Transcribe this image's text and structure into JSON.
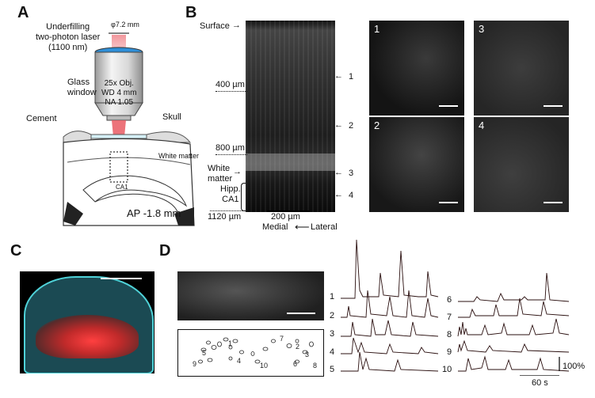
{
  "panels": {
    "a": {
      "letter": "A",
      "beam_diameter": "φ7.2 mm",
      "laser_label": "Underfilling\ntwo-photon laser\n(1100 nm)",
      "objective": "25x Obj.\nWD 4 mm\nNA 1.05",
      "glass_window": "Glass\nwindow",
      "cement": "Cement",
      "skull": "Skull",
      "white_matter": "White matter",
      "ca1": "CA1",
      "ap": "AP -1.8 mm"
    },
    "b": {
      "letter": "B",
      "surface": "Surface",
      "depth_400": "400 µm",
      "depth_800": "800 µm",
      "depth_1120": "1120 µm",
      "white_matter": "White\nmatter",
      "hipp": "Hipp.\nCA1",
      "scale": "200 µm",
      "medial": "Medial",
      "lateral": "Lateral",
      "arrow_labels": [
        "1",
        "2",
        "3",
        "4"
      ],
      "insets": [
        "1",
        "3",
        "2",
        "4"
      ]
    },
    "c": {
      "letter": "C"
    },
    "d": {
      "letter": "D",
      "roi_labels": [
        "1",
        "2",
        "3",
        "4",
        "5",
        "6",
        "7",
        "8",
        "9",
        "10"
      ],
      "traces_left": [
        "1",
        "2",
        "3",
        "4",
        "5"
      ],
      "traces_right": [
        "6",
        "7",
        "8",
        "9",
        "10"
      ],
      "y_scale": "100%",
      "x_scale": "60 s"
    }
  }
}
